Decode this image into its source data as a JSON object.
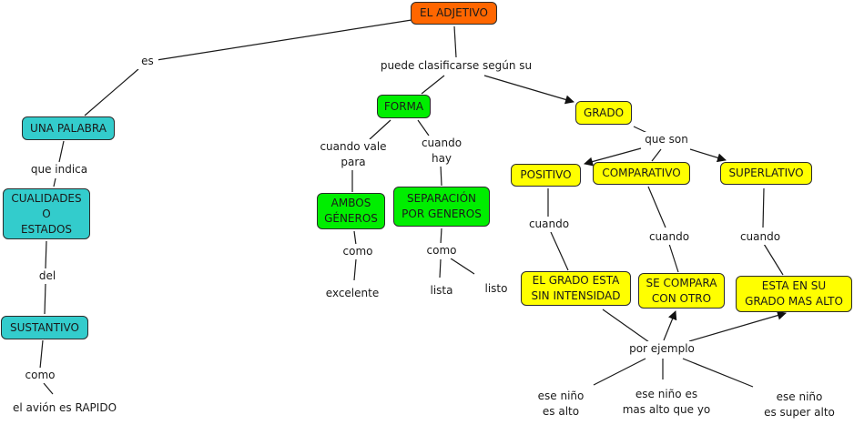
{
  "concepts": {
    "adjetivo": "EL ADJETIVO",
    "una_palabra": "UNA PALABRA",
    "cualidades": "CUALIDADES\nO\nESTADOS",
    "sustantivo": "SUSTANTIVO",
    "forma": "FORMA",
    "grado": "GRADO",
    "ambos_generos": "AMBOS\nGÉNEROS",
    "separacion": "SEPARACIÓN\nPOR GENEROS",
    "positivo": "POSITIVO",
    "comparativo": "COMPARATIVO",
    "superlativo": "SUPERLATIVO",
    "sin_intensidad": "EL GRADO ESTA\nSIN INTENSIDAD",
    "compara_otro": "SE COMPARA\nCON OTRO",
    "grado_mas_alto": "ESTA EN SU\nGRADO MAS ALTO"
  },
  "linking_phrases": {
    "es": "es",
    "puede_clasificarse": "puede clasificarse según su",
    "que_indica": "que indica",
    "del": "del",
    "como_sustantivo": "como",
    "cuando_vale_para": "cuando vale\npara",
    "cuando_hay": "cuando\nhay",
    "como_ambos": "como",
    "como_separacion": "como",
    "que_son": "que son",
    "cuando_positivo": "cuando",
    "cuando_comparativo": "cuando",
    "cuando_superlativo": "cuando",
    "por_ejemplo": "por ejemplo"
  },
  "examples": {
    "avion": "el avión es RAPIDO",
    "excelente": "excelente",
    "lista": "lista",
    "listo": "listo",
    "nino_alto": "ese niño\nes alto",
    "nino_mas_alto": "ese niño es\nmas alto que yo",
    "nino_super_alto": "ese niño\nes super alto"
  },
  "colors": {
    "root": "#ff6600",
    "definition": "#33cccc",
    "forma": "#00ee00",
    "grado": "#ffff00",
    "line": "#1a1a1a"
  }
}
